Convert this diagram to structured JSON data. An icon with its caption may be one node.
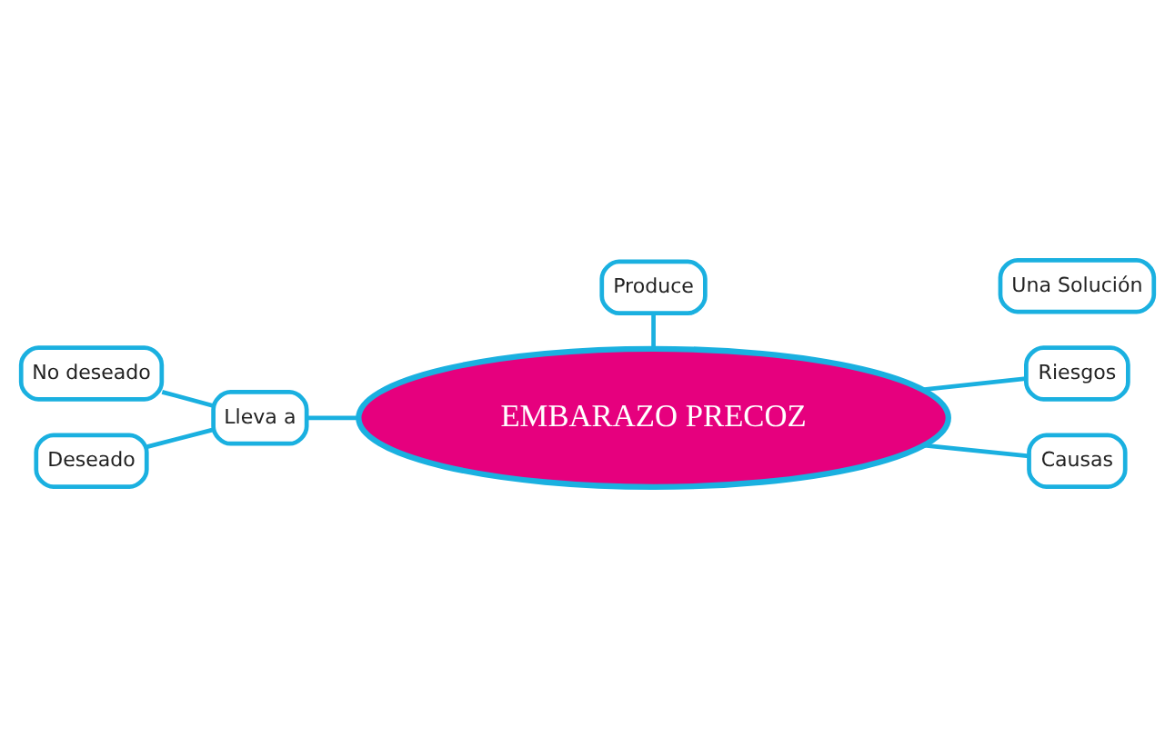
{
  "diagram": {
    "nodes": [
      {
        "text": [
          "EMBARAZO PRECOZ"
        ]
      },
      {
        "text": [
          "Produce"
        ]
      },
      {
        "text": [
          "No deseado"
        ]
      },
      {
        "text": [
          "Una Solución"
        ]
      },
      {
        "text": [
          "Lleva a"
        ]
      },
      {
        "text": [
          "Deseado"
        ]
      },
      {
        "text": [
          "Riesgos"
        ]
      },
      {
        "text": [
          "Causas"
        ]
      }
    ],
    "edges": [
      {
        "from": 1,
        "to": 0,
        "arrow": "none"
      },
      {
        "from": 4,
        "to": 0,
        "arrow": "none"
      },
      {
        "from": 2,
        "to": 4,
        "arrow": "none"
      },
      {
        "from": 5,
        "to": 4,
        "arrow": "none"
      },
      {
        "from": 0,
        "to": 6,
        "arrow": "none"
      },
      {
        "from": 0,
        "to": 7,
        "arrow": "none"
      }
    ]
  }
}
